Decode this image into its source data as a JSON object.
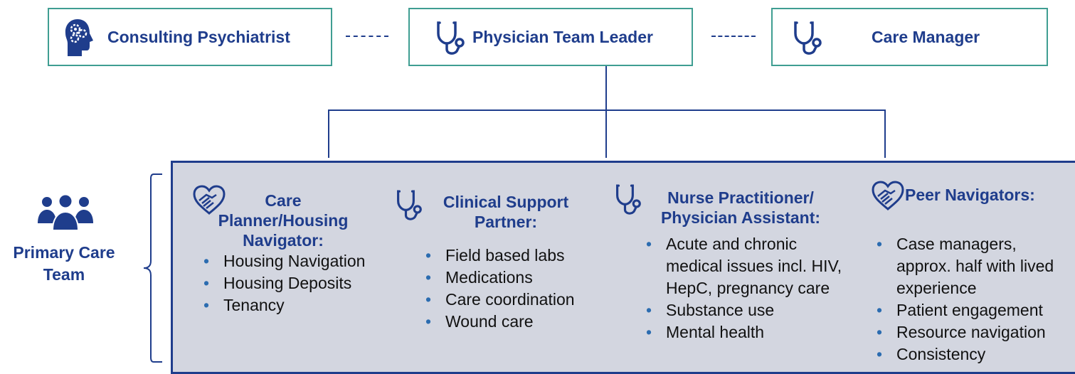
{
  "top": {
    "psychiatrist": "Consulting Psychiatrist",
    "team_leader": "Physician Team Leader",
    "care_manager": "Care Manager"
  },
  "team_label": "Primary Care Team",
  "columns": [
    {
      "title": "Care Planner/Housing Navigator:",
      "icon": "heart-hands-icon",
      "items": [
        "Housing Navigation",
        "Housing Deposits",
        "Tenancy"
      ]
    },
    {
      "title": "Clinical Support Partner:",
      "icon": "stethoscope-icon",
      "items": [
        "Field based labs",
        "Medications",
        "Care coordination",
        "Wound care"
      ]
    },
    {
      "title": "Nurse Practitioner/ Physician Assistant:",
      "icon": "stethoscope-icon",
      "items": [
        "Acute and chronic medical issues incl. HIV, HepC, pregnancy care",
        "Substance use",
        "Mental health"
      ]
    },
    {
      "title": "Peer Navigators:",
      "icon": "heart-hands-icon",
      "items": [
        "Case managers, approx. half with lived experience",
        "Patient engagement",
        "Resource navigation",
        "Consistency"
      ]
    }
  ],
  "colors": {
    "navy": "#1f3d8c",
    "teal": "#3f9e92",
    "panel": "#d3d6e0"
  }
}
